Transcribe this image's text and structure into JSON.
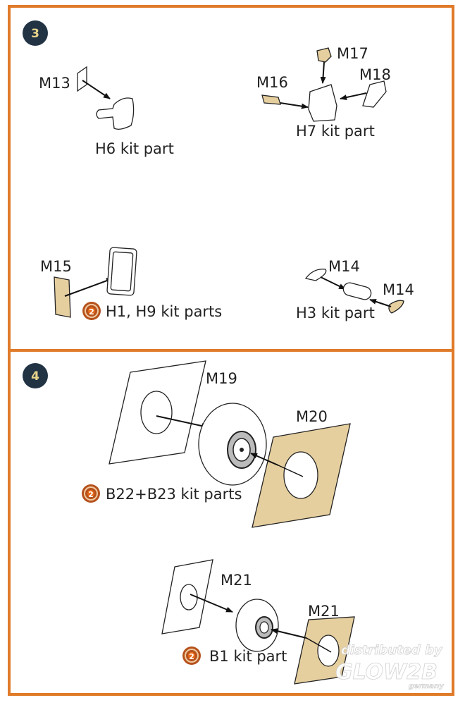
{
  "colors": {
    "frame": "#e07b2a",
    "step_badge": "#223344",
    "photo_etch": "#e6cf9f",
    "glue_icon": "#b5511c"
  },
  "step3": {
    "number": "3",
    "labels": {
      "m13": "M13",
      "h6": "H6 kit part",
      "m16": "M16",
      "m17": "M17",
      "m18": "M18",
      "h7": "H7 kit part",
      "m15": "M15",
      "h1h9": "H1, H9 kit parts",
      "m14a": "M14",
      "m14b": "M14",
      "h3": "H3 kit part"
    }
  },
  "step4": {
    "number": "4",
    "labels": {
      "m19": "M19",
      "m20": "M20",
      "b22b23": "B22+B23 kit parts",
      "m21a": "M21",
      "m21b": "M21",
      "b1": "B1 kit part"
    }
  },
  "glue_icon_text": "2",
  "watermark": {
    "line1": "distributed by",
    "line2": "GLOW2B",
    "line3": "germany"
  }
}
